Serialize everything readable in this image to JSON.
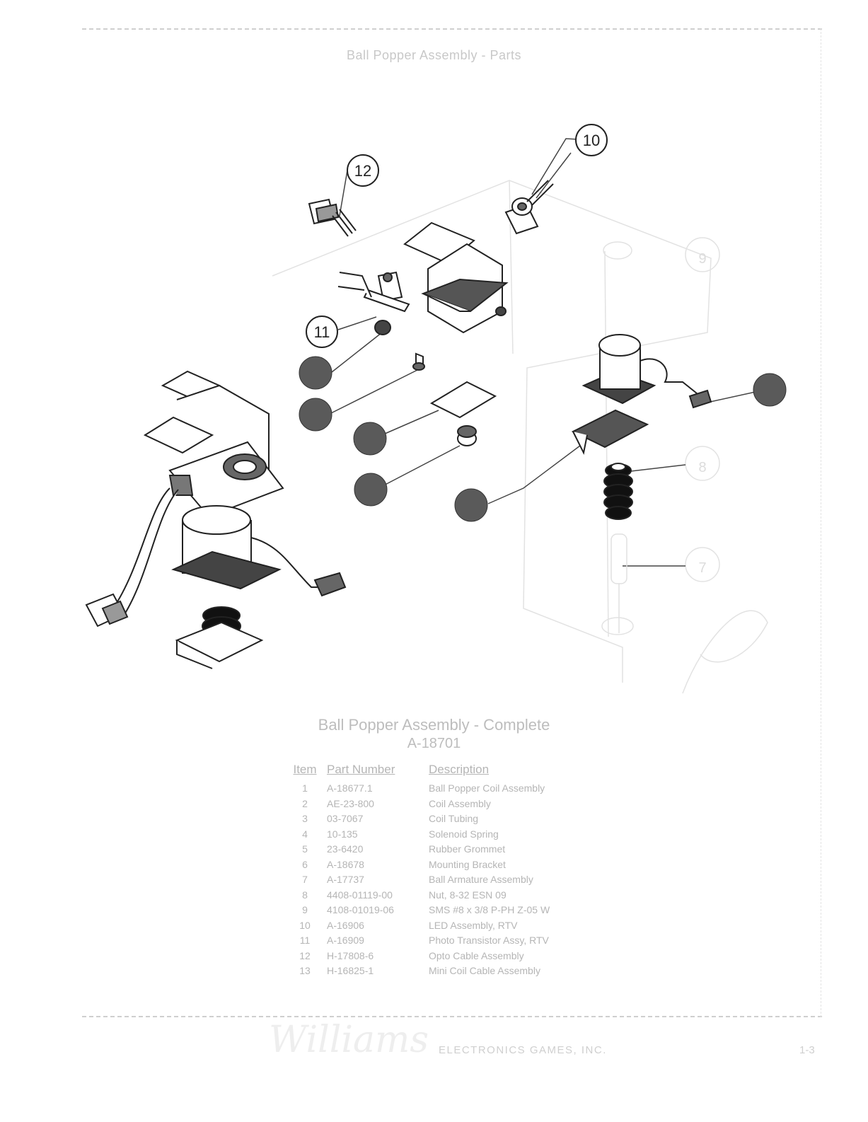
{
  "header": {
    "title": "Ball Popper Assembly - Parts"
  },
  "callouts": {
    "c12": "12",
    "c10": "10",
    "c11": "11",
    "c9": "9",
    "c8": "8",
    "c7": "7"
  },
  "assembly": {
    "title": "Ball Popper Assembly - Complete",
    "part_number": "A-18701"
  },
  "parts_table": {
    "headers": {
      "item": "Item",
      "part_number": "Part Number",
      "description": "Description"
    },
    "rows": [
      {
        "item": "1",
        "part_number": "A-18677.1",
        "description": "Ball Popper Coil Assembly"
      },
      {
        "item": "2",
        "part_number": "AE-23-800",
        "description": "Coil Assembly"
      },
      {
        "item": "3",
        "part_number": "03-7067",
        "description": "Coil Tubing"
      },
      {
        "item": "4",
        "part_number": "10-135",
        "description": "Solenoid Spring"
      },
      {
        "item": "5",
        "part_number": "23-6420",
        "description": "Rubber Grommet"
      },
      {
        "item": "6",
        "part_number": "A-18678",
        "description": "Mounting Bracket"
      },
      {
        "item": "7",
        "part_number": "A-17737",
        "description": "Ball Armature Assembly"
      },
      {
        "item": "8",
        "part_number": "4408-01119-00",
        "description": "Nut, 8-32 ESN 09"
      },
      {
        "item": "9",
        "part_number": "4108-01019-06",
        "description": "SMS #8 x 3/8 P-PH Z-05 W"
      },
      {
        "item": "10",
        "part_number": "A-16906",
        "description": "LED Assembly, RTV"
      },
      {
        "item": "11",
        "part_number": "A-16909",
        "description": "Photo Transistor Assy, RTV"
      },
      {
        "item": "12",
        "part_number": "H-17808-6",
        "description": "Opto Cable Assembly"
      },
      {
        "item": "13",
        "part_number": "H-16825-1",
        "description": "Mini Coil Cable Assembly"
      }
    ]
  },
  "footer": {
    "logo": "Williams",
    "company": "ELECTRONICS GAMES, INC.",
    "page": "1-3"
  }
}
